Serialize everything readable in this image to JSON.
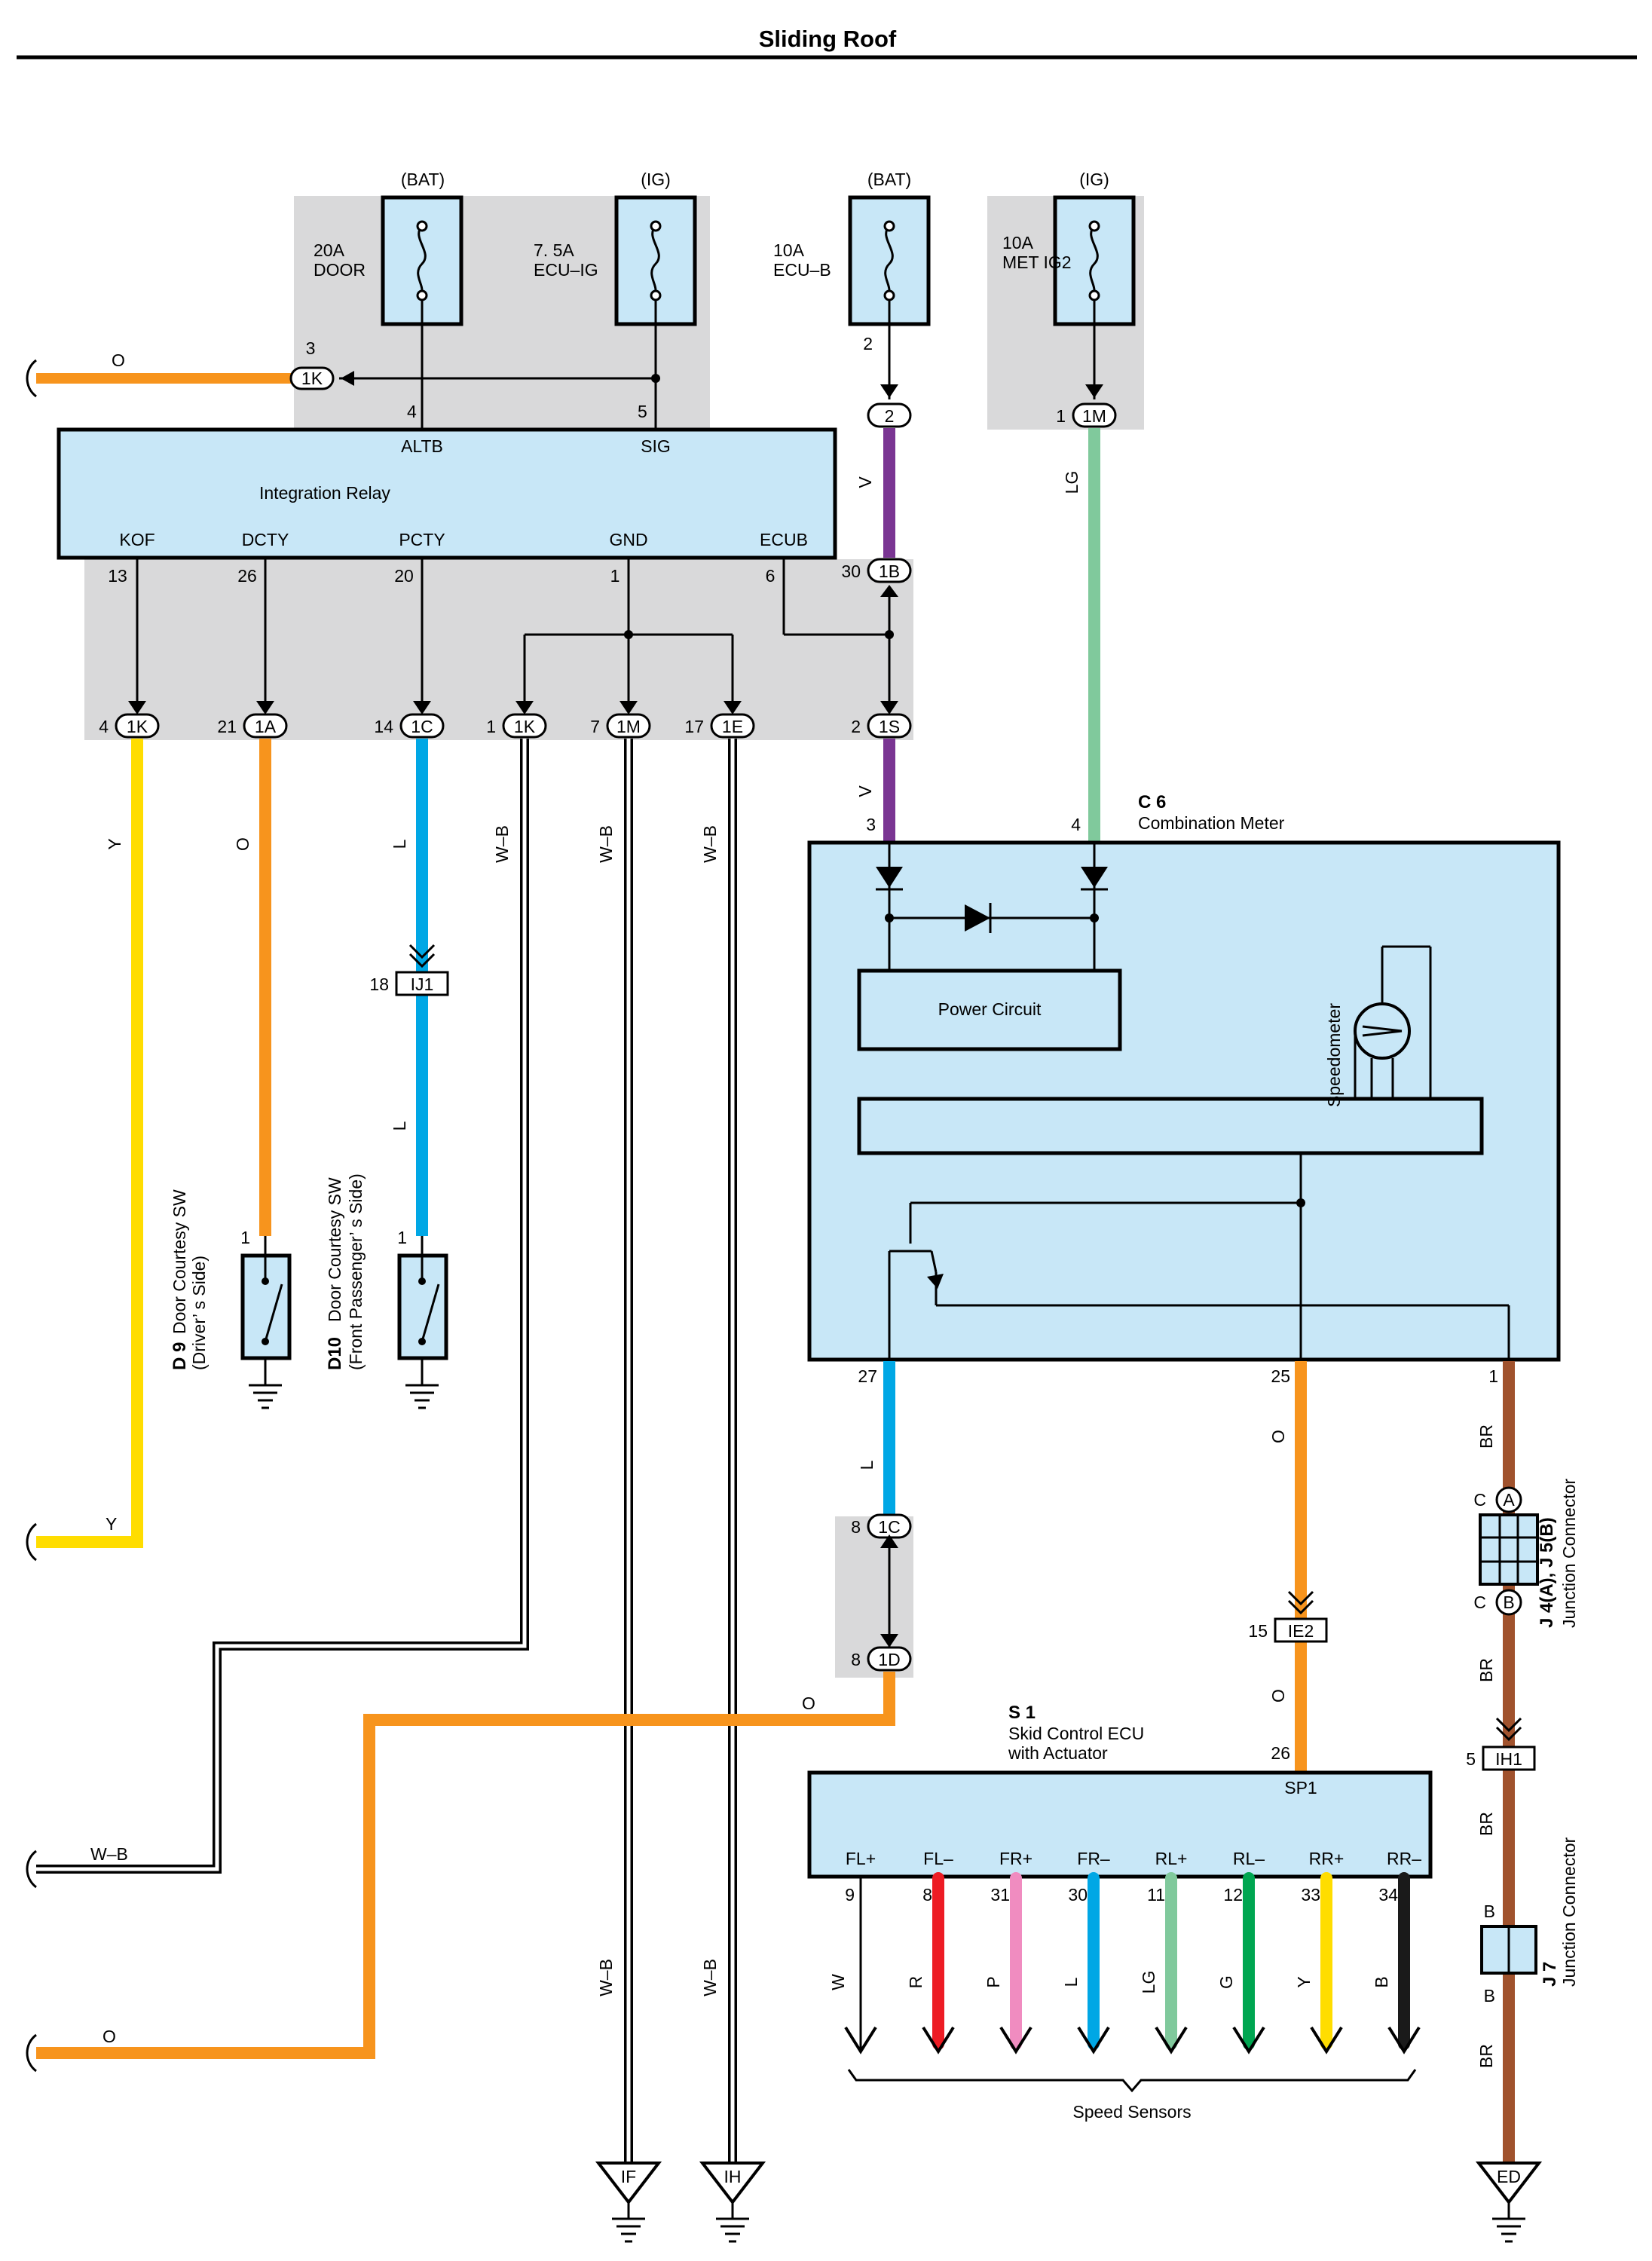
{
  "title": "Sliding Roof",
  "colors": {
    "panel": "#c8e7f7",
    "grey": "#d9d9da",
    "O": "#f7941d",
    "Y": "#ffdd00",
    "L": "#00a7e5",
    "V": "#7a3593",
    "LG": "#80c99c",
    "BR": "#a0522d",
    "R": "#ed1c24",
    "P": "#f08cc0",
    "G": "#00a651",
    "B": "#1a1a1a"
  },
  "fuses": [
    {
      "source": "(BAT)",
      "rating": "20A",
      "name": "DOOR",
      "pin": "4"
    },
    {
      "source": "(IG)",
      "rating": "7. 5A",
      "name": "ECU–IG",
      "pin": "5"
    },
    {
      "source": "(BAT)",
      "rating": "10A",
      "name": "ECU–B",
      "pin": "2"
    },
    {
      "source": "(IG)",
      "rating": "10A",
      "name": "MET IG2",
      "pin": "1"
    }
  ],
  "integration_relay": {
    "label": "Integration Relay",
    "top_terminals": [
      "ALTB",
      "SIG"
    ],
    "bottom_terminals": [
      {
        "name": "KOF",
        "pin": "13"
      },
      {
        "name": "DCTY",
        "pin": "26"
      },
      {
        "name": "PCTY",
        "pin": "20"
      },
      {
        "name": "GND",
        "pin": "1"
      },
      {
        "name": "ECUB",
        "pin": "6"
      }
    ]
  },
  "connectors": {
    "k1_top": {
      "id": "1K",
      "pin": "3"
    },
    "m2": {
      "id": "2"
    },
    "m1": {
      "id": "1M",
      "pin": "1"
    },
    "b1": {
      "id": "1B",
      "pin": "30"
    },
    "row": [
      {
        "id": "1K",
        "pin": "4"
      },
      {
        "id": "1A",
        "pin": "21"
      },
      {
        "id": "1C",
        "pin": "14"
      },
      {
        "id": "1K",
        "pin": "1"
      },
      {
        "id": "1M",
        "pin": "7"
      },
      {
        "id": "1E",
        "pin": "17"
      },
      {
        "id": "1S",
        "pin": "2"
      }
    ],
    "ij1": {
      "id": "IJ1",
      "pin": "18"
    },
    "c1": {
      "id": "1C",
      "pin": "8"
    },
    "d1": {
      "id": "1D",
      "pin": "8"
    },
    "ie2": {
      "id": "IE2",
      "pin": "15"
    },
    "ih1": {
      "id": "IH1",
      "pin": "5"
    }
  },
  "wire_labels": {
    "o_left": "O",
    "y": "Y",
    "o_dcty": "O",
    "l_pcty": "L",
    "l_pcty2": "L",
    "wb1": "W–B",
    "wb2": "W–B",
    "wb3": "W–B",
    "v1": "V",
    "v2": "V",
    "lg": "LG",
    "l27": "L",
    "o25": "O",
    "o26": "O",
    "br1": "BR",
    "br2": "BR",
    "br3": "BR",
    "br4": "BR",
    "y_bottom": "Y",
    "wb_bottom": "W–B",
    "o_bottom": "O",
    "o_horiz": "O",
    "wb_if": "W–B",
    "wb_ih": "W–B"
  },
  "combination_meter": {
    "code": "C 6",
    "name": "Combination Meter",
    "pin_v": "3",
    "pin_lg": "4",
    "power_circuit": "Power Circuit",
    "speedometer": "Speedometer",
    "pins": {
      "l": "27",
      "o": "25",
      "br": "1"
    }
  },
  "door_switches": [
    {
      "code": "D 9",
      "name": "Door Courtesy SW",
      "side": "(Driver’ s Side)",
      "pin": "1"
    },
    {
      "code": "D10",
      "name": "Door Courtesy SW",
      "side": "(Front Passenger’ s Side)",
      "pin": "1"
    }
  ],
  "junction_j4j5": {
    "name": "J 4(A), J 5(B)",
    "desc": "Junction Connector",
    "a": "A",
    "b": "B",
    "ca": "C",
    "cb": "C"
  },
  "junction_j7": {
    "name": "J 7",
    "desc": "Junction Connector",
    "b1": "B",
    "b2": "B"
  },
  "skid_ecu": {
    "code": "S 1",
    "name": "Skid Control ECU",
    "name2": "with Actuator",
    "term": "SP1",
    "pin": "26",
    "terminals": [
      {
        "name": "FL+",
        "pin": "9",
        "wire": "W"
      },
      {
        "name": "FL–",
        "pin": "8",
        "wire": "R"
      },
      {
        "name": "FR+",
        "pin": "31",
        "wire": "P"
      },
      {
        "name": "FR–",
        "pin": "30",
        "wire": "L"
      },
      {
        "name": "RL+",
        "pin": "11",
        "wire": "LG"
      },
      {
        "name": "RL–",
        "pin": "12",
        "wire": "G"
      },
      {
        "name": "RR+",
        "pin": "33",
        "wire": "Y"
      },
      {
        "name": "RR–",
        "pin": "34",
        "wire": "B"
      }
    ],
    "speed_sensors": "Speed Sensors"
  },
  "grounds": [
    "IF",
    "IH",
    "ED"
  ]
}
